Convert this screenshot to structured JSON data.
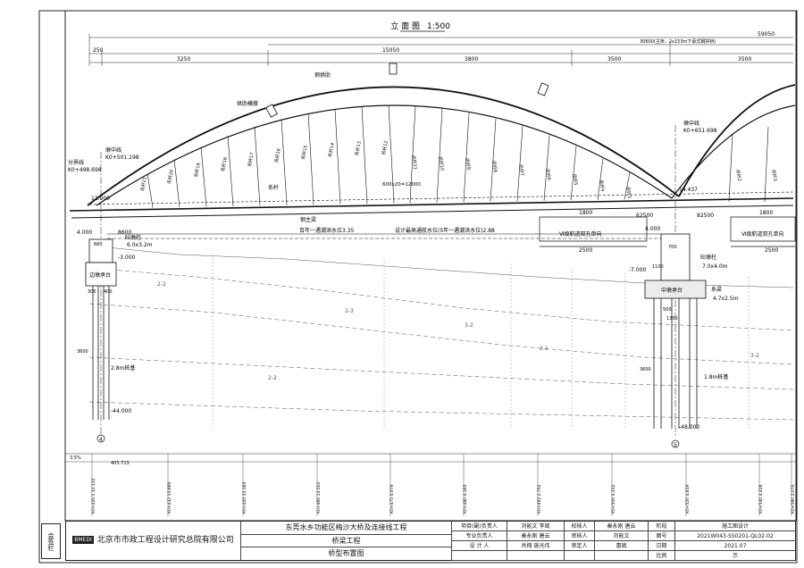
{
  "drawing": {
    "title": "立 面 图",
    "scale": "1:500",
    "dims_top": {
      "total": "59050",
      "span_note": "30600(主桥，2x153m下承式钢拱桥)",
      "d250": "250",
      "d3250": "3250",
      "d15050": "15050",
      "d3800": "3800",
      "d3500a": "3500",
      "d3500b": "3500"
    },
    "labels": {
      "arch_rib": "钢拱肋",
      "arch_brace": "拱肋横撑",
      "tie_beam": "系杆",
      "steel_girder": "钢主梁",
      "pier_center_left": "墩中线",
      "pier_station_left": "K0+501.198",
      "pier_center_right": "墩中线",
      "pier_station_right": "K0+651.698",
      "split_pier": "分界线",
      "split_station": "K0+498.698",
      "hanger_spacing": "600x20=12000",
      "elev_12": "12.000",
      "elev_14": "14.437",
      "elev_4a": "4.000",
      "elev_4b": "4.000",
      "elev_m3": "-3.000",
      "elev_m7": "-7.000",
      "elev_m44": "-44.000",
      "elev_m48": "-48.000",
      "water_100yr": "百年一遇潮洪水位3.35",
      "water_nav": "设计最高通航水位(5年一遇潮洪水位)2.88",
      "nav_box_left": "Ⅵ级航道双孔单向",
      "nav_box_right": "Ⅵ级航道双孔单向",
      "nav_w1800a": "1800",
      "nav_w1800b": "1800",
      "nav_w2500a": "2500",
      "nav_w2500b": "2500",
      "d8600": "8600",
      "d62500": "62500",
      "d62500b": "82500",
      "left_col_label": "砼墩柱",
      "left_col_size": "6.0x3.2m",
      "left_cap": "边墩承台",
      "left_pile": "2.8m桩基",
      "right_col_label": "砼墩柱",
      "right_col_size": "7.0x4.0m",
      "right_cap": "中墩承台",
      "tie_beam2": "系梁",
      "tie_size": "4.7x2.5m",
      "right_pile": "1.8m桩基",
      "pier4": "4",
      "pier5": "5",
      "left_dim680": "680",
      "left_dim300": "300",
      "left_dim400": "400",
      "left_dim3600": "3600",
      "right_dim700": "700",
      "right_dim1100": "1100",
      "right_dim500a": "500",
      "right_dim1300": "1300",
      "right_dim3600": "3600",
      "slope": "3.5%",
      "chain": "403.713",
      "hangers_left": [
        "吊杆21",
        "吊杆20",
        "吊杆19",
        "吊杆18",
        "吊杆17",
        "吊杆16",
        "吊杆15",
        "吊杆14",
        "吊杆13",
        "吊杆12",
        "吊杆11",
        "吊杆10",
        "吊杆9",
        "吊杆8",
        "吊杆7",
        "吊杆6",
        "吊杆5",
        "吊杆4",
        "吊杆3"
      ],
      "hangers_right": [
        "吊杆2",
        "吊杆3"
      ],
      "bearing_top": [
        "桥",
        "梁",
        "中",
        "线"
      ],
      "ground_text": [
        "2-2",
        "2-3",
        "3-2",
        "2-1",
        "2-2",
        "3-2"
      ]
    },
    "stations": [
      "K0+420.1 12.132",
      "K0+432 13.669",
      "K0+445 13.185",
      "K0+460 13.502",
      "K0+475 5.979",
      "K0+480 4.165",
      "K0+492 2.752",
      "K0+500 4.332",
      "K0+520 4.619",
      "K0+540 4.426",
      "K0+580 2.070"
    ]
  },
  "title_block": {
    "company": "北京市市政工程设计研究总院有限公司",
    "logo": "BMEDI",
    "project": "东莞水乡功能区梅沙大桥及连接线工程",
    "sub_project": "桥梁工程",
    "drawing_name": "桥型布置图",
    "rows": [
      {
        "k1": "项目(副)负责人",
        "v1": "刘能文 李斌",
        "k2": "校核人",
        "v2": "秦永刚 唐云",
        "k3": "阶段",
        "v3": "施工图设计"
      },
      {
        "k1": "专业负责人",
        "v1": "秦永刚 唐云",
        "k2": "审核人",
        "v2": "刘能文",
        "k3": "图号",
        "v3": "2021W043-SS0201-QL02-02"
      },
      {
        "k1": "设 计 人",
        "v1": "肖翔 施光伟",
        "k2": "审定人",
        "v2": "惠斌",
        "k3": "日期",
        "v3": "2021.07"
      },
      {
        "k1": "",
        "v1": "",
        "k2": "",
        "v2": "",
        "k3": "比例",
        "v3": "示"
      }
    ],
    "stamp": "会签栏"
  },
  "colors": {
    "ink": "#111111",
    "fill": "#ececec"
  }
}
